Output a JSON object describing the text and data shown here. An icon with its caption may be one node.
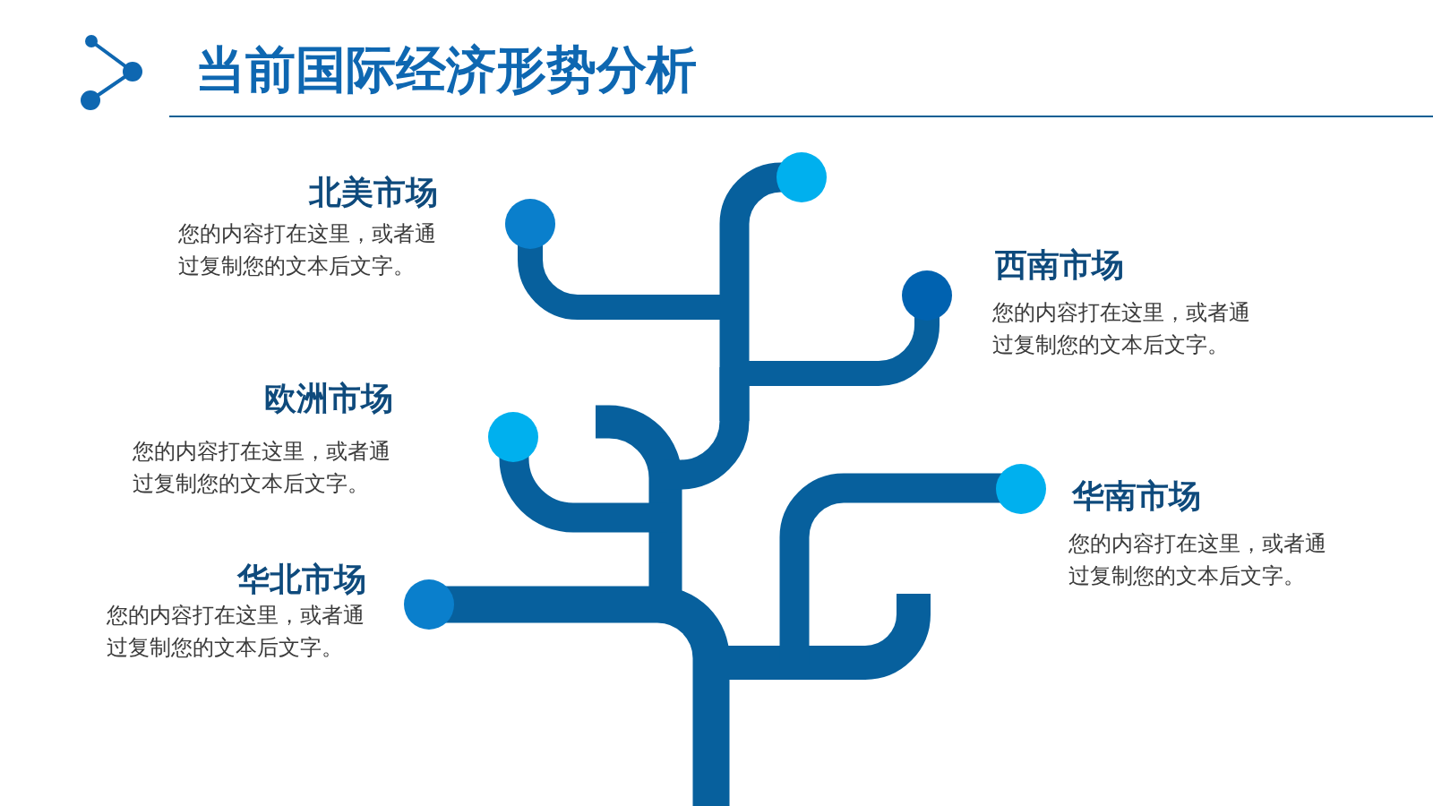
{
  "diagram": {
    "title": "当前国际经济形势分析",
    "labels": [
      "北美市场",
      "您的内容打在这里，或者通过复制您的文本后文字。",
      "西南市场",
      "您的内容打在这里，或者通过复制您的文本后文字。",
      "欧洲市场",
      "您的内容打在这里，或者通过复制您的文本后文字。",
      "华南市场",
      "您的内容打在这里，或者通过复制您的文本后文字。",
      "华北市场",
      "您的内容打在这里，或者通过复制您的文本后文字。"
    ]
  }
}
